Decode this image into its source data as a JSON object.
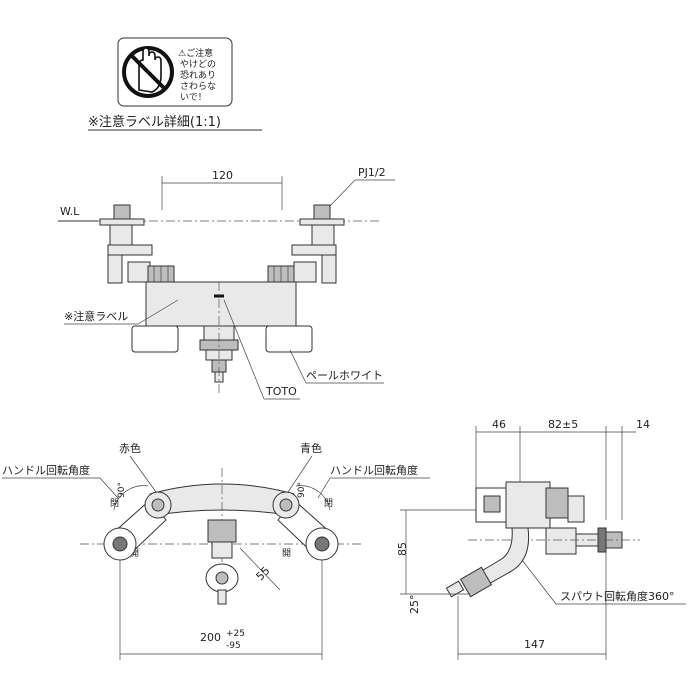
{
  "caution_label": {
    "icon_text": [
      "⚠ご注意",
      "やけどの",
      "恐れあり",
      "さわらな",
      "いで！"
    ],
    "caption": "※注意ラベル詳細(1:1)"
  },
  "front_view": {
    "dim_width": "120",
    "wl_label": "W.L",
    "pipe_label": "PJ1/2",
    "caution_label_callout": "※注意ラベル",
    "handle_color_callout": "ペールホワイト",
    "brand_callout": "TOTO"
  },
  "top_view": {
    "red_label": "赤色",
    "blue_label": "青色",
    "handle_angle_left": "ハンドル回転角度",
    "handle_angle_right": "ハンドル回転角度",
    "angle_left": "90°",
    "angle_right": "90°",
    "open_left_top": "閉",
    "open_left_bottom": "開",
    "open_right_top": "閉",
    "open_right_bottom": "開",
    "dim_55": "55",
    "dim_200": "200",
    "dim_200_tol_plus": "+25",
    "dim_200_tol_minus": "-95"
  },
  "side_view": {
    "dim_46": "46",
    "dim_82": "82±5",
    "dim_14": "14",
    "dim_85": "85",
    "dim_25": "25°",
    "dim_147": "147",
    "spout_angle": "スパウト回転角度360°"
  }
}
